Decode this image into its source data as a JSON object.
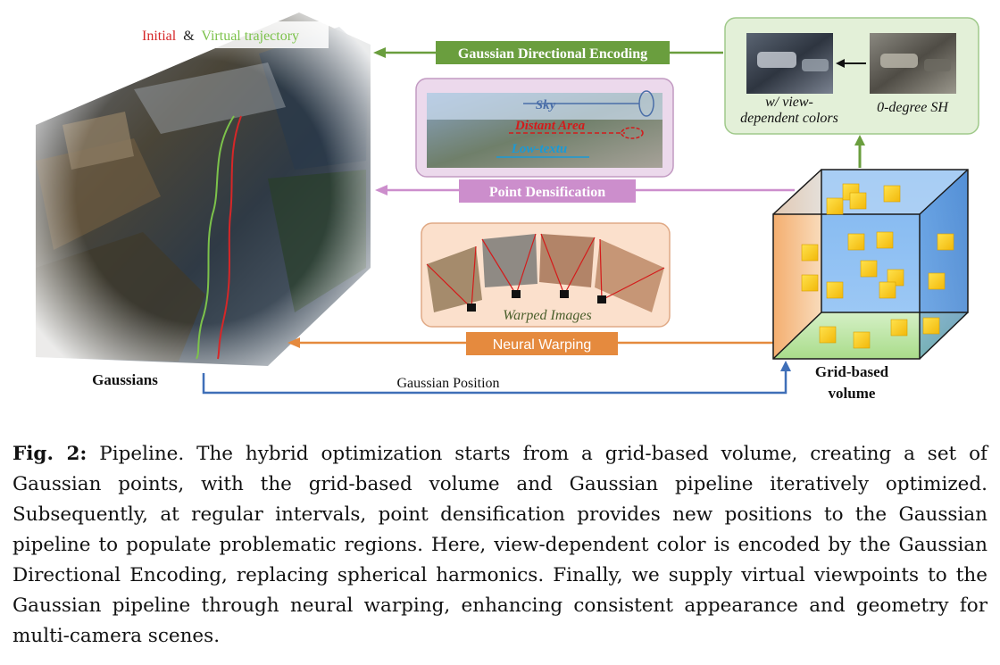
{
  "figure": {
    "legend": {
      "initial": "Initial",
      "amp": "&",
      "virtual": "Virtual trajectory",
      "initial_color": "#d62728",
      "virtual_color": "#7cc24b"
    },
    "labels": {
      "gaussians": "Gaussians",
      "gaussian_position": "Gaussian Position",
      "grid_volume_line1": "Grid-based",
      "grid_volume_line2": "volume"
    },
    "modules": {
      "gde": {
        "label": "Gaussian Directional Encoding",
        "color": "#6a9e3e"
      },
      "densification": {
        "label": "Point Densification",
        "color": "#cc8ecc"
      },
      "warping": {
        "label": "Neural Warping",
        "color": "#e58a3e"
      }
    },
    "sh_panel": {
      "left_caption_line1": "w/ view-",
      "left_caption_line2": "dependent colors",
      "right_caption": "0-degree SH"
    },
    "densify_panel": {
      "sky": "Sky",
      "distant_area": "Distant Area",
      "low_texture": "Low-textu"
    },
    "warp_panel": {
      "caption": "Warped Images"
    }
  },
  "caption": {
    "label": "Fig. 2:",
    "text": "Pipeline. The hybrid optimization starts from a grid-based volume, creating a set of Gaussian points, with the grid-based volume and Gaussian pipeline iteratively optimized. Subsequently, at regular intervals, point densification provides new positions to the Gaussian pipeline to populate problematic regions. Here, view-dependent color is encoded by the Gaussian Directional Encoding, replacing spherical harmonics. Finally, we supply virtual viewpoints to the Gaussian pipeline through neural warping, enhancing consistent appearance and geometry for multi-camera scenes."
  }
}
